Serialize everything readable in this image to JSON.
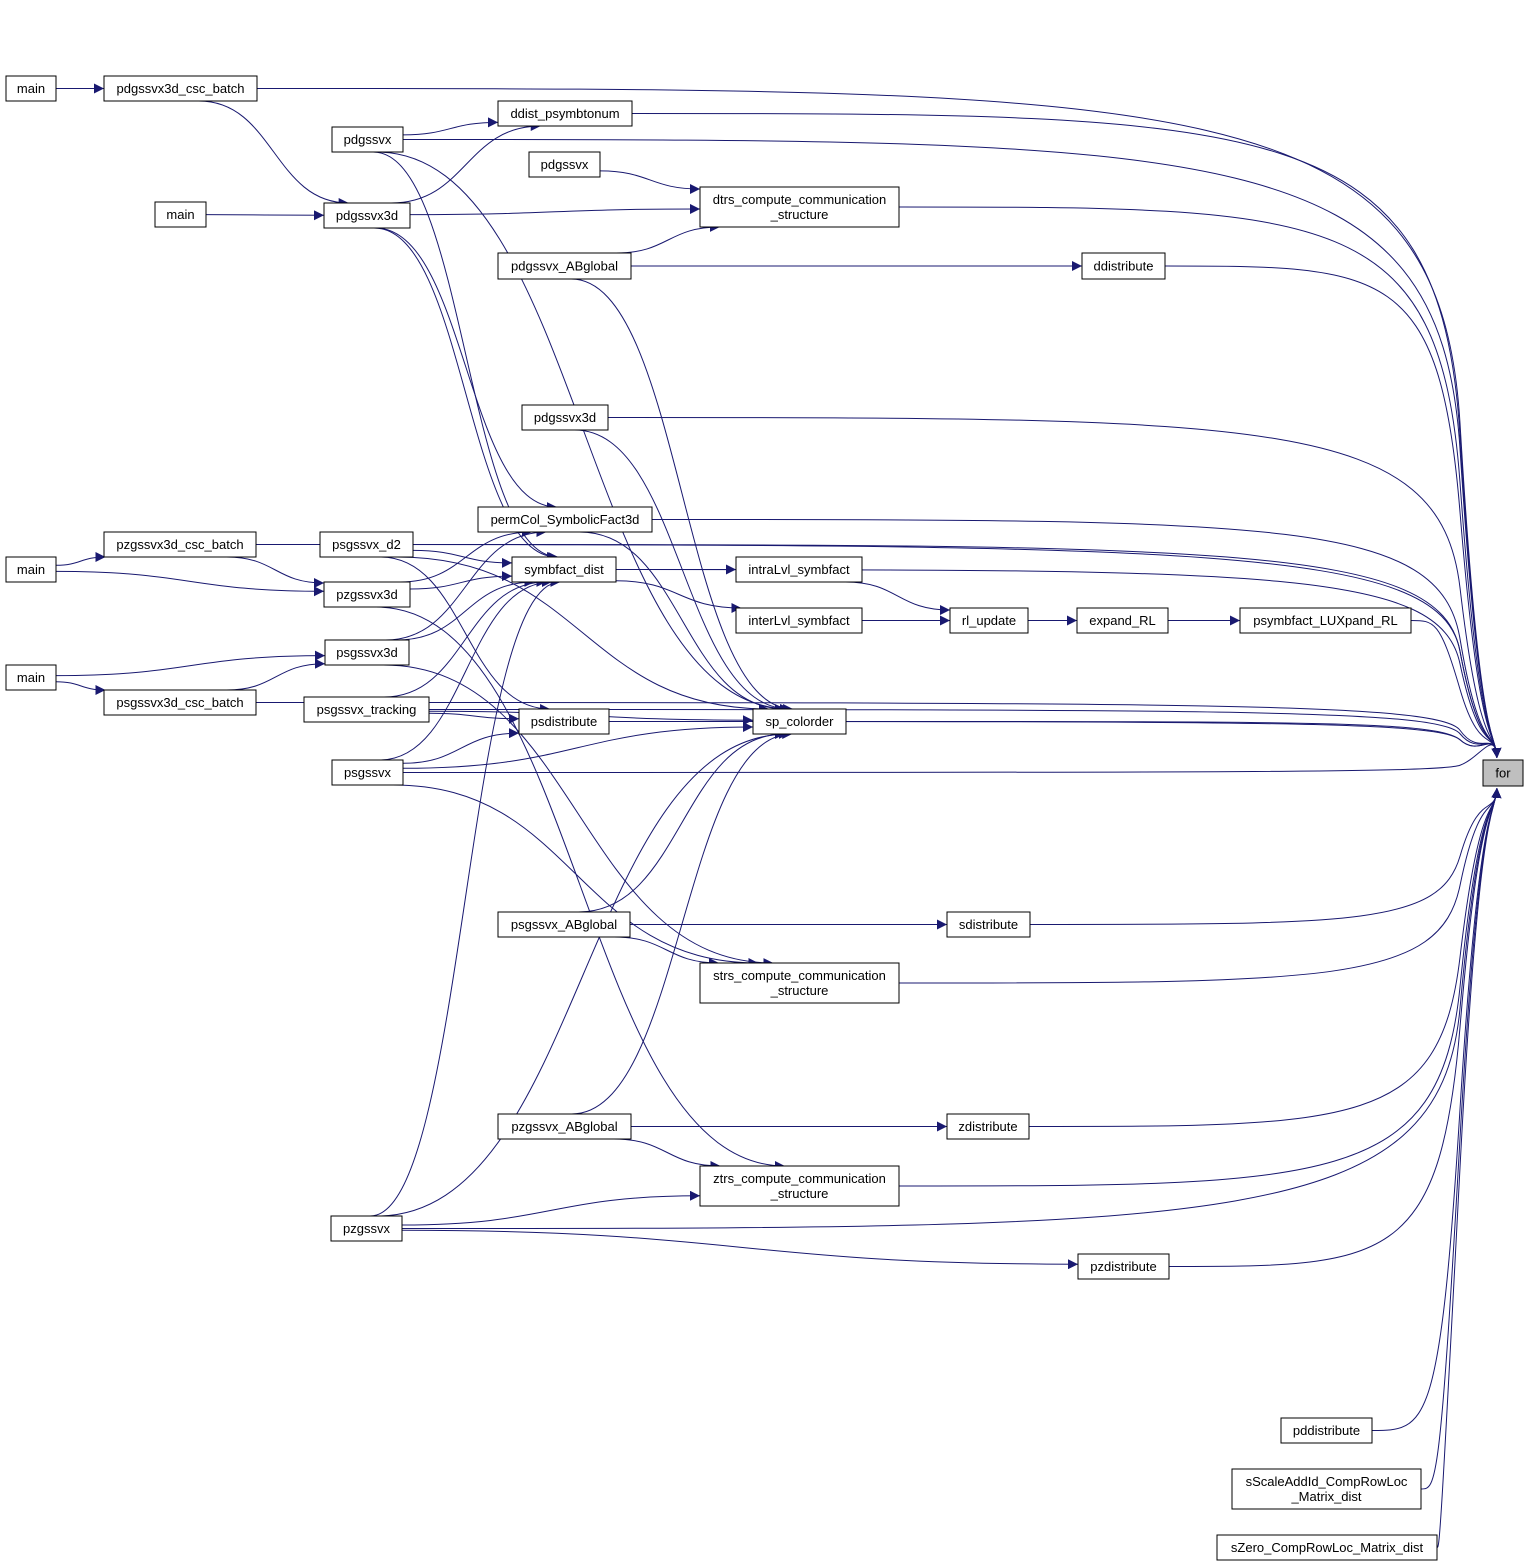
{
  "graph": {
    "title": "",
    "edge_color": "#191970",
    "target_fill": "#bfbfbf",
    "node_fill": "#ffffff",
    "nodes": [
      {
        "id": "for",
        "label": "for",
        "target": true
      },
      {
        "id": "main_a",
        "label": "main"
      },
      {
        "id": "pdgssvx3d_csc_batch",
        "label": "pdgssvx3d_csc_batch"
      },
      {
        "id": "pdgssvx_a",
        "label": "pdgssvx"
      },
      {
        "id": "ddist_psymbtonum",
        "label": "ddist_psymbtonum"
      },
      {
        "id": "pdgssvx_b",
        "label": "pdgssvx"
      },
      {
        "id": "main_b",
        "label": "main"
      },
      {
        "id": "pdgssvx3d_a",
        "label": "pdgssvx3d"
      },
      {
        "id": "dtrs_compute_communication_structure",
        "label": "dtrs_compute_communication\n_structure"
      },
      {
        "id": "pdgssvx_ABglobal",
        "label": "pdgssvx_ABglobal"
      },
      {
        "id": "ddistribute",
        "label": "ddistribute"
      },
      {
        "id": "pdgssvx3d_b",
        "label": "pdgssvx3d"
      },
      {
        "id": "permCol_SymbolicFact3d",
        "label": "permCol_SymbolicFact3d"
      },
      {
        "id": "main_c",
        "label": "main"
      },
      {
        "id": "pzgssvx3d_csc_batch",
        "label": "pzgssvx3d_csc_batch"
      },
      {
        "id": "psgssvx_d2",
        "label": "psgssvx_d2"
      },
      {
        "id": "symbfact_dist",
        "label": "symbfact_dist"
      },
      {
        "id": "intraLvl_symbfact",
        "label": "intraLvl_symbfact"
      },
      {
        "id": "pzgssvx3d",
        "label": "pzgssvx3d"
      },
      {
        "id": "interLvl_symbfact",
        "label": "interLvl_symbfact"
      },
      {
        "id": "rl_update",
        "label": "rl_update"
      },
      {
        "id": "expand_RL",
        "label": "expand_RL"
      },
      {
        "id": "psymbfact_LUXpand_RL",
        "label": "psymbfact_LUXpand_RL"
      },
      {
        "id": "psgssvx3d",
        "label": "psgssvx3d"
      },
      {
        "id": "main_d",
        "label": "main"
      },
      {
        "id": "psgssvx3d_csc_batch",
        "label": "psgssvx3d_csc_batch"
      },
      {
        "id": "psgssvx_tracking",
        "label": "psgssvx_tracking"
      },
      {
        "id": "psdistribute",
        "label": "psdistribute"
      },
      {
        "id": "sp_colorder",
        "label": "sp_colorder"
      },
      {
        "id": "psgssvx",
        "label": "psgssvx"
      },
      {
        "id": "psgssvx_ABglobal",
        "label": "psgssvx_ABglobal"
      },
      {
        "id": "sdistribute",
        "label": "sdistribute"
      },
      {
        "id": "strs_compute_communication_structure",
        "label": "strs_compute_communication\n_structure"
      },
      {
        "id": "pzgssvx_ABglobal",
        "label": "pzgssvx_ABglobal"
      },
      {
        "id": "zdistribute",
        "label": "zdistribute"
      },
      {
        "id": "ztrs_compute_communication_structure",
        "label": "ztrs_compute_communication\n_structure"
      },
      {
        "id": "pzgssvx",
        "label": "pzgssvx"
      },
      {
        "id": "pzdistribute",
        "label": "pzdistribute"
      },
      {
        "id": "pddistribute",
        "label": "pddistribute"
      },
      {
        "id": "sScaleAddId_CompRowLoc_Matrix_dist",
        "label": "sScaleAddId_CompRowLoc\n_Matrix_dist"
      },
      {
        "id": "sZero_CompRowLoc_Matrix_dist",
        "label": "sZero_CompRowLoc_Matrix_dist"
      }
    ],
    "edges": [
      {
        "from": "main_a",
        "to": "pdgssvx3d_csc_batch"
      },
      {
        "from": "pdgssvx3d_csc_batch",
        "to": "pdgssvx3d_a"
      },
      {
        "from": "pdgssvx3d_csc_batch",
        "to": "for"
      },
      {
        "from": "pdgssvx_a",
        "to": "ddist_psymbtonum"
      },
      {
        "from": "pdgssvx_a",
        "to": "symbfact_dist"
      },
      {
        "from": "pdgssvx_a",
        "to": "sp_colorder"
      },
      {
        "from": "pdgssvx_a",
        "to": "for"
      },
      {
        "from": "ddist_psymbtonum",
        "to": "for"
      },
      {
        "from": "pdgssvx_b",
        "to": "dtrs_compute_communication_structure"
      },
      {
        "from": "main_b",
        "to": "pdgssvx3d_a"
      },
      {
        "from": "pdgssvx3d_a",
        "to": "ddist_psymbtonum"
      },
      {
        "from": "pdgssvx3d_a",
        "to": "dtrs_compute_communication_structure"
      },
      {
        "from": "pdgssvx3d_a",
        "to": "permCol_SymbolicFact3d"
      },
      {
        "from": "pdgssvx3d_a",
        "to": "symbfact_dist"
      },
      {
        "from": "dtrs_compute_communication_structure",
        "to": "for"
      },
      {
        "from": "pdgssvx_ABglobal",
        "to": "dtrs_compute_communication_structure"
      },
      {
        "from": "pdgssvx_ABglobal",
        "to": "ddistribute"
      },
      {
        "from": "pdgssvx_ABglobal",
        "to": "sp_colorder"
      },
      {
        "from": "ddistribute",
        "to": "for"
      },
      {
        "from": "pdgssvx3d_b",
        "to": "for"
      },
      {
        "from": "pdgssvx3d_b",
        "to": "sp_colorder"
      },
      {
        "from": "permCol_SymbolicFact3d",
        "to": "for"
      },
      {
        "from": "permCol_SymbolicFact3d",
        "to": "sp_colorder"
      },
      {
        "from": "main_c",
        "to": "pzgssvx3d_csc_batch"
      },
      {
        "from": "main_c",
        "to": "pzgssvx3d"
      },
      {
        "from": "pzgssvx3d_csc_batch",
        "to": "pzgssvx3d"
      },
      {
        "from": "pzgssvx3d_csc_batch",
        "to": "for"
      },
      {
        "from": "psgssvx_d2",
        "to": "symbfact_dist"
      },
      {
        "from": "psgssvx_d2",
        "to": "sp_colorder"
      },
      {
        "from": "psgssvx_d2",
        "to": "psdistribute"
      },
      {
        "from": "psgssvx_d2",
        "to": "for"
      },
      {
        "from": "symbfact_dist",
        "to": "intraLvl_symbfact"
      },
      {
        "from": "symbfact_dist",
        "to": "interLvl_symbfact"
      },
      {
        "from": "symbfact_dist",
        "to": "for"
      },
      {
        "from": "intraLvl_symbfact",
        "to": "rl_update"
      },
      {
        "from": "interLvl_symbfact",
        "to": "rl_update"
      },
      {
        "from": "rl_update",
        "to": "expand_RL"
      },
      {
        "from": "expand_RL",
        "to": "psymbfact_LUXpand_RL"
      },
      {
        "from": "psymbfact_LUXpand_RL",
        "to": "for"
      },
      {
        "from": "pzgssvx3d",
        "to": "permCol_SymbolicFact3d"
      },
      {
        "from": "pzgssvx3d",
        "to": "symbfact_dist"
      },
      {
        "from": "pzgssvx3d",
        "to": "ztrs_compute_communication_structure"
      },
      {
        "from": "psgssvx3d",
        "to": "permCol_SymbolicFact3d"
      },
      {
        "from": "psgssvx3d",
        "to": "symbfact_dist"
      },
      {
        "from": "psgssvx3d",
        "to": "strs_compute_communication_structure"
      },
      {
        "from": "main_d",
        "to": "psgssvx3d"
      },
      {
        "from": "main_d",
        "to": "psgssvx3d_csc_batch"
      },
      {
        "from": "psgssvx3d_csc_batch",
        "to": "psgssvx3d"
      },
      {
        "from": "psgssvx3d_csc_batch",
        "to": "for"
      },
      {
        "from": "psgssvx_tracking",
        "to": "psdistribute"
      },
      {
        "from": "psgssvx_tracking",
        "to": "sp_colorder"
      },
      {
        "from": "psgssvx_tracking",
        "to": "symbfact_dist"
      },
      {
        "from": "psgssvx_tracking",
        "to": "for"
      },
      {
        "from": "psdistribute",
        "to": "for"
      },
      {
        "from": "sp_colorder",
        "to": "for"
      },
      {
        "from": "psgssvx",
        "to": "psdistribute"
      },
      {
        "from": "psgssvx",
        "to": "sp_colorder"
      },
      {
        "from": "psgssvx",
        "to": "symbfact_dist"
      },
      {
        "from": "psgssvx",
        "to": "strs_compute_communication_structure"
      },
      {
        "from": "psgssvx",
        "to": "for"
      },
      {
        "from": "psgssvx_ABglobal",
        "to": "sp_colorder"
      },
      {
        "from": "psgssvx_ABglobal",
        "to": "sdistribute"
      },
      {
        "from": "psgssvx_ABglobal",
        "to": "strs_compute_communication_structure"
      },
      {
        "from": "sdistribute",
        "to": "for"
      },
      {
        "from": "strs_compute_communication_structure",
        "to": "for"
      },
      {
        "from": "pzgssvx_ABglobal",
        "to": "sp_colorder"
      },
      {
        "from": "pzgssvx_ABglobal",
        "to": "zdistribute"
      },
      {
        "from": "pzgssvx_ABglobal",
        "to": "ztrs_compute_communication_structure"
      },
      {
        "from": "zdistribute",
        "to": "for"
      },
      {
        "from": "ztrs_compute_communication_structure",
        "to": "for"
      },
      {
        "from": "pzgssvx",
        "to": "ztrs_compute_communication_structure"
      },
      {
        "from": "pzgssvx",
        "to": "pzdistribute"
      },
      {
        "from": "pzgssvx",
        "to": "symbfact_dist"
      },
      {
        "from": "pzgssvx",
        "to": "sp_colorder"
      },
      {
        "from": "pzgssvx",
        "to": "for"
      },
      {
        "from": "pzdistribute",
        "to": "for"
      },
      {
        "from": "pddistribute",
        "to": "for"
      },
      {
        "from": "sScaleAddId_CompRowLoc_Matrix_dist",
        "to": "for"
      },
      {
        "from": "sZero_CompRowLoc_Matrix_dist",
        "to": "for"
      }
    ]
  }
}
